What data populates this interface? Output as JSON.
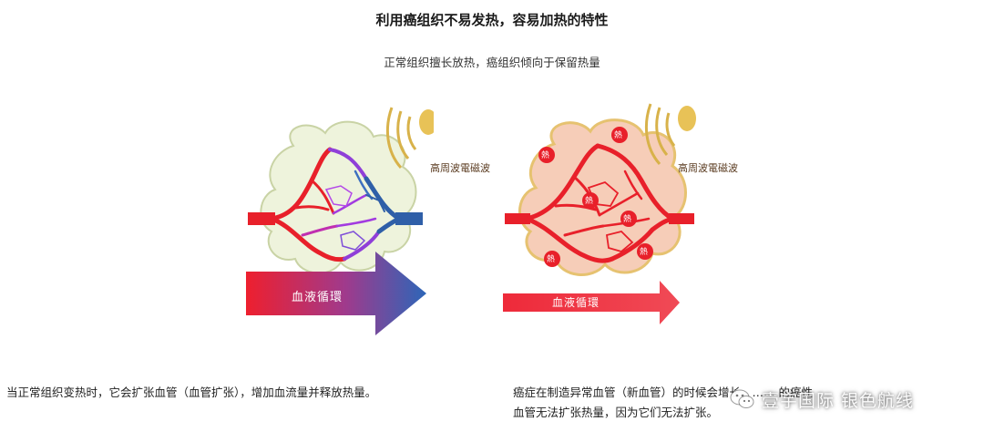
{
  "header": {
    "title": "利用癌组织不易发热，容易加热的特性",
    "subtitle": "正常组织擅长放热，癌组织倾向于保留热量"
  },
  "left_figure": {
    "wave_label": "高周波電磁波",
    "arrow_label": "血液循環",
    "caption": "当正常组织变热时，它会扩张血管（血管扩张），增加血流量并释放热量。"
  },
  "right_figure": {
    "wave_label": "高周波電磁波",
    "arrow_label": "血液循環",
    "heat_badge": "熱",
    "caption": "癌症在制造异常血管（新血管）的时候会增长，…… 的癌性血管无法扩张热量，因为它们无法扩张。"
  },
  "watermark": {
    "text": "壹宇国际 银色航线",
    "icon": "wechat-icon"
  },
  "colors": {
    "artery_red": "#e8202a",
    "vein_blue": "#2f5fa8",
    "mix_purple": "#a23be0",
    "normal_tissue": "#eef3dc",
    "cancer_tissue": "#f6cdb8",
    "wave_gold": "#d8b24a"
  }
}
